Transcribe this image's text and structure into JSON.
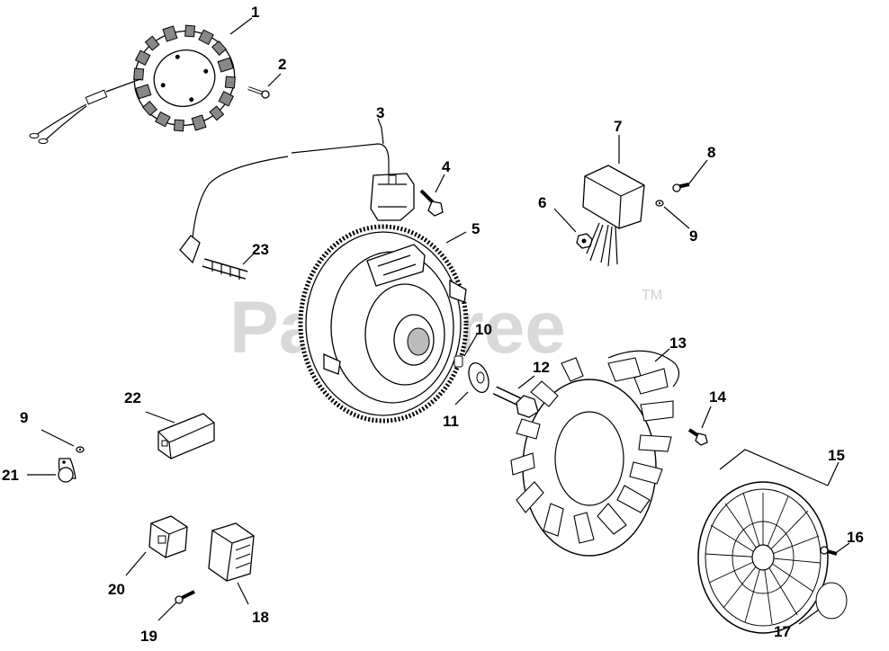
{
  "watermark": {
    "text": "PartsTree",
    "trademark": "TM"
  },
  "callouts": [
    "1",
    "2",
    "3",
    "4",
    "5",
    "6",
    "7",
    "8",
    "9",
    "9",
    "10",
    "11",
    "12",
    "13",
    "14",
    "15",
    "16",
    "17",
    "18",
    "19",
    "20",
    "21",
    "22",
    "23"
  ]
}
